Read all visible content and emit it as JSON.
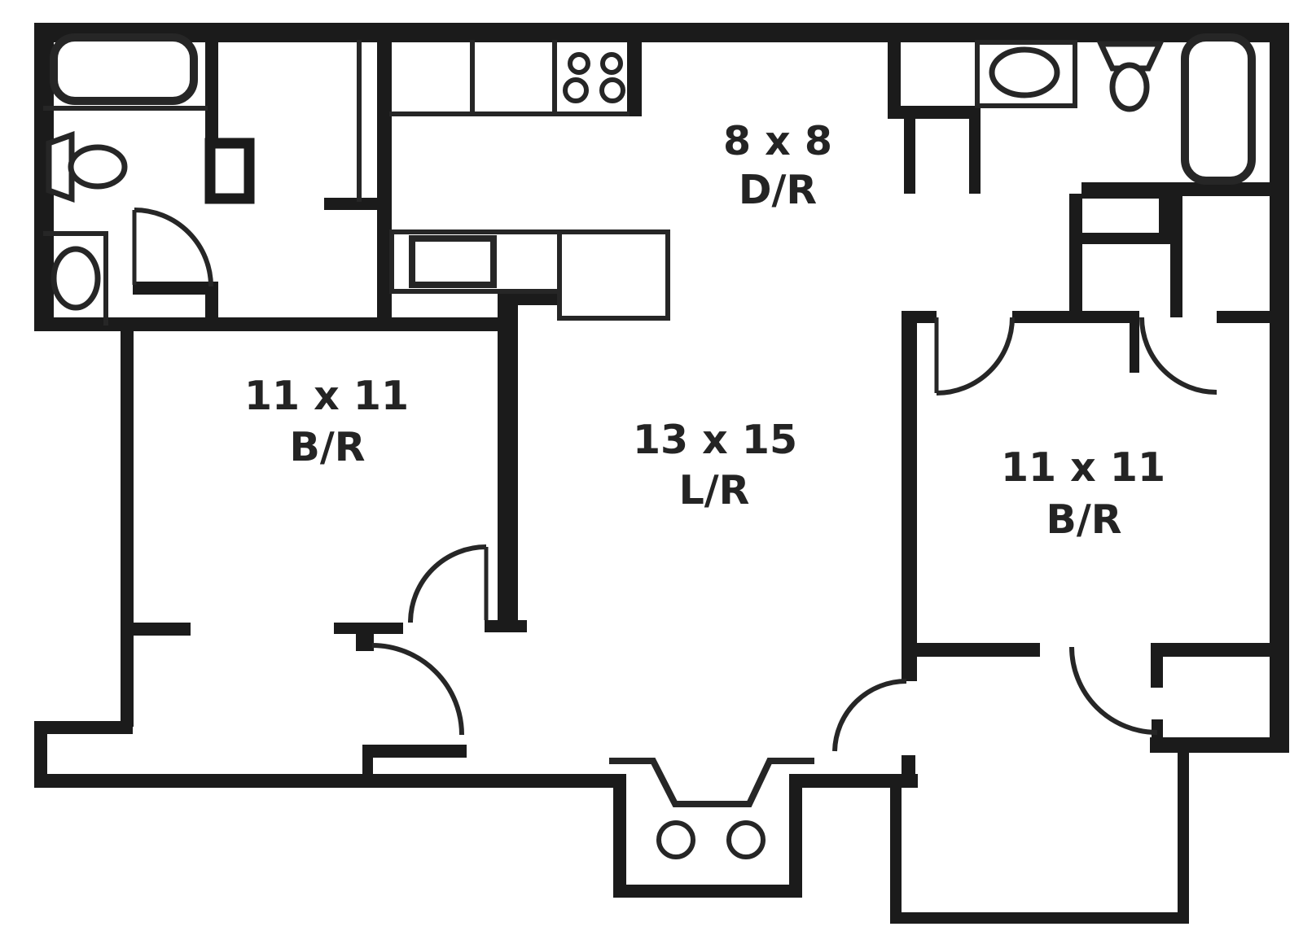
{
  "colors": {
    "wall": "#1b1b1b",
    "line": "#262626",
    "background": "#ffffff",
    "label": "#242424"
  },
  "rooms": [
    {
      "id": "dining-room",
      "dimensions": "8 x 8",
      "abbr": "D/R"
    },
    {
      "id": "bedroom-left",
      "dimensions": "11 x 11",
      "abbr": "B/R"
    },
    {
      "id": "living-room",
      "dimensions": "13 x 15",
      "abbr": "L/R"
    },
    {
      "id": "bedroom-right",
      "dimensions": "11 x 11",
      "abbr": "B/R"
    }
  ],
  "fixtures": [
    "bathtub-left",
    "toilet-left",
    "vanity-sink-left",
    "kitchen-counter",
    "stove-four-burners",
    "kitchen-sink",
    "bathtub-right",
    "toilet-right",
    "vanity-sink-right",
    "entry-steps",
    "entry-columns",
    "balcony",
    "entry-vestibule"
  ]
}
